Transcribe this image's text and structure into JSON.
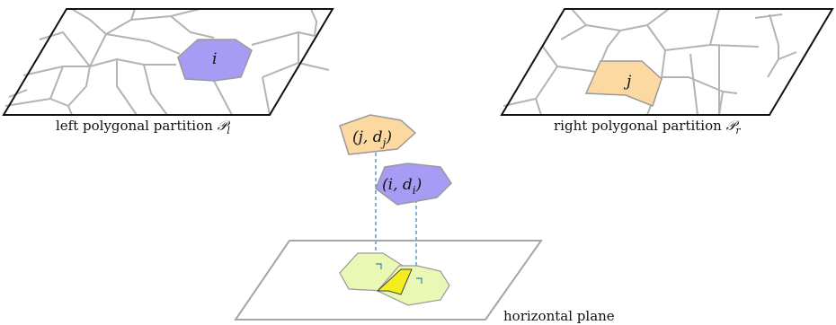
{
  "partitions": {
    "left": {
      "caption": "left polygonal partition ",
      "symbol": "𝒫",
      "subscript": "l",
      "cell_label": "i"
    },
    "right": {
      "caption": "right polygonal partition ",
      "symbol": "𝒫",
      "subscript": "r",
      "cell_label": "j"
    }
  },
  "lifted": {
    "j_label": "(j, d",
    "j_sub": "j",
    "j_close": ")",
    "i_label": "(i, d",
    "i_sub": "i",
    "i_close": ")"
  },
  "plane": {
    "caption": "horizontal plane"
  },
  "colors": {
    "purple": "#a79cf3",
    "orange": "#fcd9a1",
    "light_green": "#e9f8b5",
    "yellow": "#f5ee1f",
    "edge_gray": "#b3b3b3",
    "dash_blue": "#3b7fb3"
  }
}
